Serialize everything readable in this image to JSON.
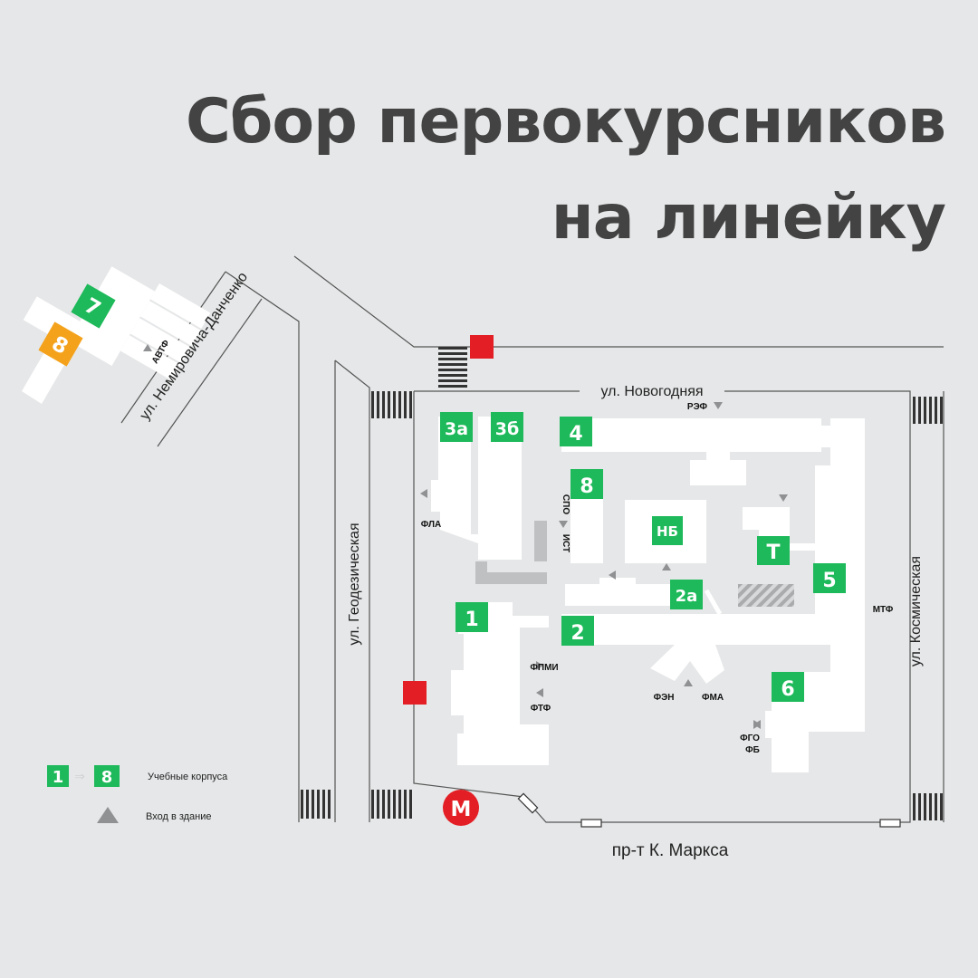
{
  "title": {
    "line1": "Сбор первокурсников",
    "line2": "на линейку"
  },
  "streets": {
    "novogodnyaya": "ул. Новогодняя",
    "geodezicheskaya": "ул. Геодезическая",
    "kosmicheskaya": "ул. Космическая",
    "marksa": "пр-т К. Маркса",
    "nemirovicha": "ул. Немировича-Данченко"
  },
  "buildings": {
    "b1": "1",
    "b2": "2",
    "b2a": "2а",
    "b3a": "3а",
    "b3b": "3б",
    "b4": "4",
    "b5": "5",
    "b6": "6",
    "b7": "7",
    "b8": "8",
    "b8_remote": "8",
    "nb": "НБ",
    "t": "Т"
  },
  "faculties": {
    "avtf": "АВТФ",
    "ref": "РЭФ",
    "fla": "ФЛА",
    "spo": "СПО",
    "ist": "ИСТ",
    "fpmi": "ФПМИ",
    "ftf": "ФТФ",
    "fen": "ФЭН",
    "fma": "ФМА",
    "mtf": "МТФ",
    "fgo": "ФГО",
    "fb": "ФБ"
  },
  "metro": "М",
  "legend": {
    "range_from": "1",
    "range_to": "8",
    "buildings_label": "Учебные корпуса",
    "entrance_label": "Вход в здание"
  },
  "colors": {
    "background": "#e6e7e8",
    "green": "#1db95a",
    "orange": "#f4a21c",
    "red": "#e31e24",
    "entrance": "#8f9193",
    "title": "#434343"
  }
}
